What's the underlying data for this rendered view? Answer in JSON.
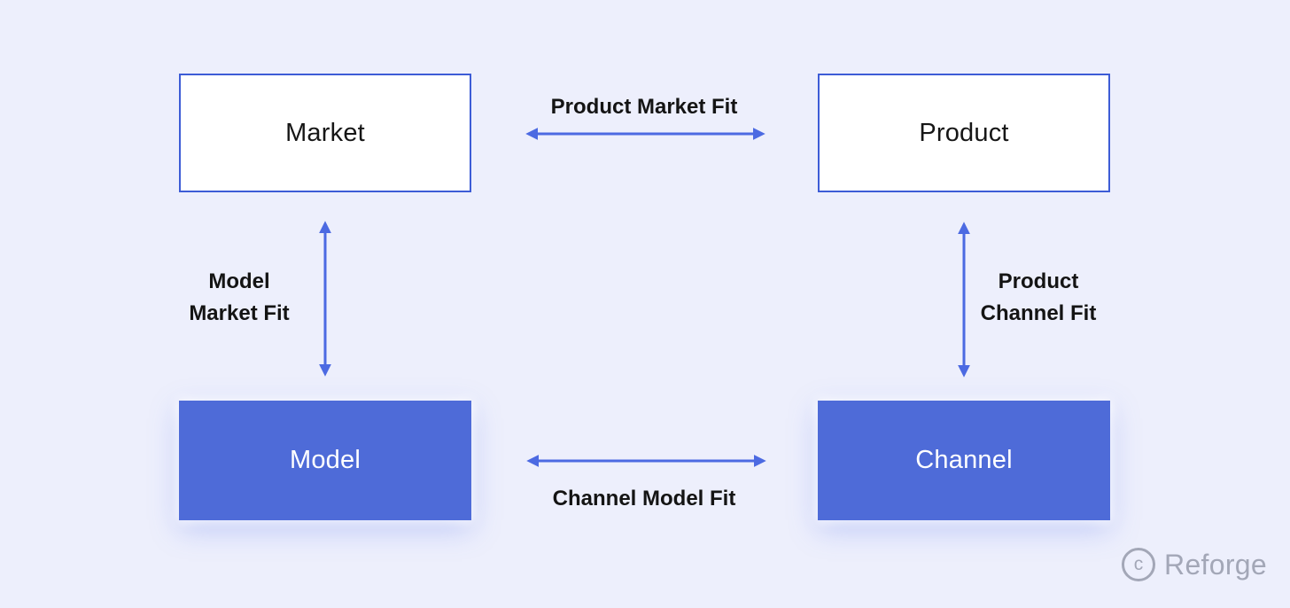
{
  "diagram": {
    "nodes": {
      "market": {
        "label": "Market",
        "style": "outline"
      },
      "product": {
        "label": "Product",
        "style": "outline"
      },
      "model": {
        "label": "Model",
        "style": "solid"
      },
      "channel": {
        "label": "Channel",
        "style": "solid"
      }
    },
    "edges": {
      "product_market": {
        "label": "Product Market Fit",
        "from": "Market",
        "to": "Product",
        "direction": "horizontal"
      },
      "channel_model": {
        "label": "Channel Model Fit",
        "from": "Model",
        "to": "Channel",
        "direction": "horizontal"
      },
      "model_market": {
        "label": "Model Market Fit",
        "from": "Market",
        "to": "Model",
        "direction": "vertical"
      },
      "product_channel": {
        "label": "Product Channel Fit",
        "from": "Product",
        "to": "Channel",
        "direction": "vertical"
      }
    }
  },
  "footer": {
    "copyright_symbol": "c",
    "brand": "Reforge"
  },
  "colors": {
    "background": "#edeffc",
    "node_border": "#3d5cd6",
    "node_fill_blue": "#4e6bd8",
    "node_fill_white": "#ffffff",
    "arrow": "#4c6ae2",
    "text_dark": "#141414",
    "text_light": "#ffffff",
    "brand_gray": "#a3a7b7"
  }
}
